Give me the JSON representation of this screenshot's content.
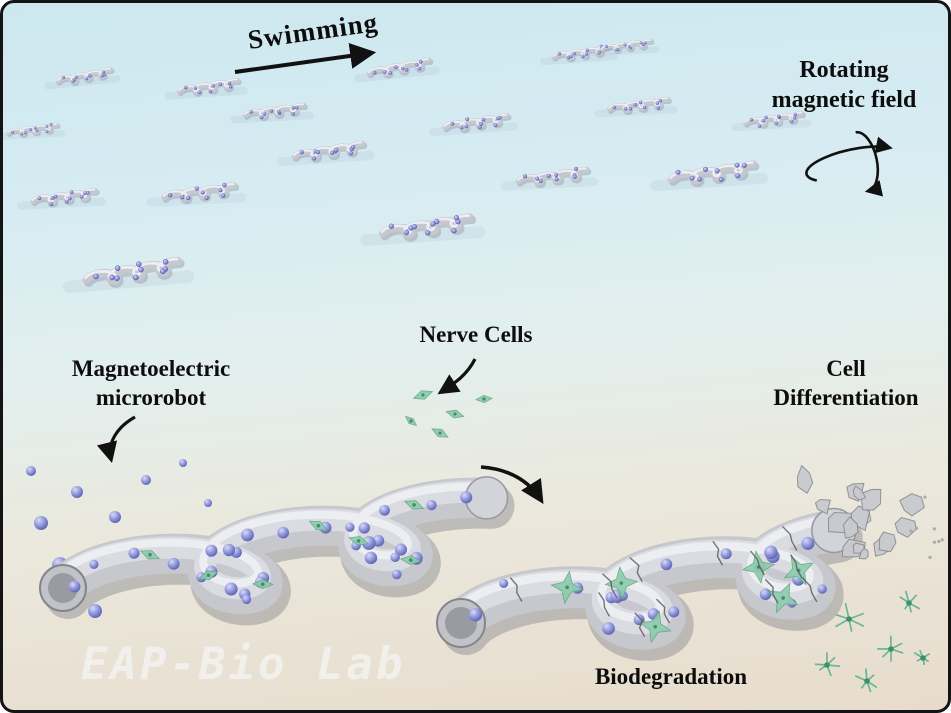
{
  "labels": {
    "swimming": "Swimming",
    "rotating_field": {
      "line1": "Rotating",
      "line2": "magnetic field"
    },
    "nerve_cells": "Nerve Cells",
    "microrobot": {
      "line1": "Magnetoelectric",
      "line2": "microrobot"
    },
    "cell_differentiation": {
      "line1": "Cell",
      "line2": "Differentiation"
    },
    "biodegradation": "Biodegradation",
    "watermark": "EAP-Bio Lab"
  },
  "icons": {
    "rotating_field_icon": "gyroscope-rotation-arrows",
    "swimming_arrow": "right-arrow",
    "nerve_cells_arrow": "curved-down-arrow",
    "microrobot_arrow": "curved-down-arrow",
    "transition_arrow": "curved-right-arrow"
  },
  "colors": {
    "background_top": "#cde7f0",
    "background_bottom": "#e7dccc",
    "tube_gray": "#c7c8cd",
    "tube_shadow": "#87888f",
    "tube_highlight": "#dbdce1",
    "sphere_purple": "#8f94da",
    "sphere_edge": "#565cab",
    "cell_green": "#8ccbaa",
    "cell_green_dark": "#5fa784",
    "neuron_green": "#6ab795",
    "text": "#0d0d0d",
    "arrow": "#111111",
    "watermark": "#f4f4f2"
  }
}
